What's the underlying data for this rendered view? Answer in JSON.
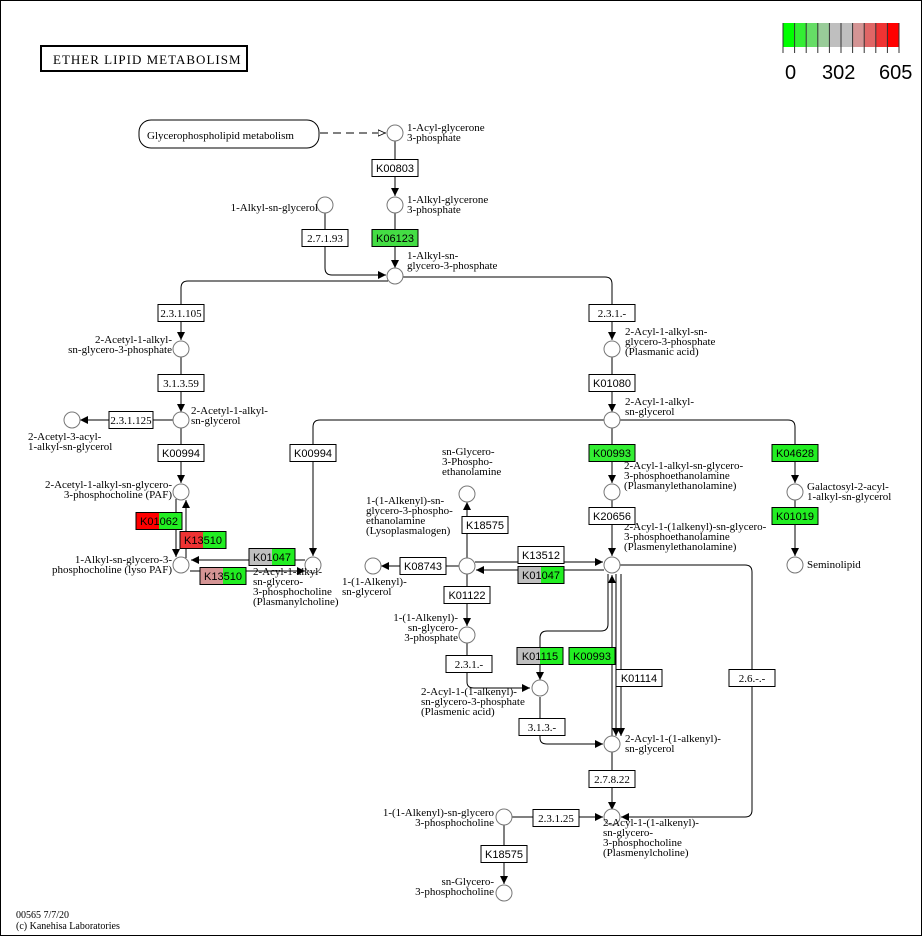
{
  "title": "ETHER LIPID METABOLISM",
  "legend": {
    "min_label": "0",
    "mid_label": "302",
    "max_label": "605",
    "colors": [
      "#00ff00",
      "#33ee33",
      "#66dd66",
      "#99cc99",
      "#bfbfbf",
      "#bfbfbf",
      "#d49494",
      "#e06666",
      "#ef3333",
      "#ff0000"
    ]
  },
  "map_link": {
    "label": "Glycerophospholipid metabolism"
  },
  "footer": {
    "map_id_date": "00565 7/7/20",
    "copyright": "(c) Kanehisa Laboratories"
  },
  "compounds": [
    {
      "id": "c1",
      "lines": [
        "1-Acyl-glycerone",
        "3-phosphate"
      ]
    },
    {
      "id": "c2",
      "lines": [
        "1-Alkyl-glycerone",
        "3-phosphate"
      ]
    },
    {
      "id": "c3",
      "lines": [
        "1-Alkyl-sn-glycerol"
      ]
    },
    {
      "id": "c4",
      "lines": [
        "1-Alkyl-sn-",
        "glycero-3-phosphate"
      ]
    },
    {
      "id": "c5",
      "lines": [
        "2-Acetyl-1-alkyl-",
        "sn-glycero-3-phosphate"
      ]
    },
    {
      "id": "c6",
      "lines": [
        "2-Acetyl-1-alkyl-",
        "sn-glycerol"
      ]
    },
    {
      "id": "c7",
      "lines": [
        "2-Acetyl-3-acyl-",
        "1-alkyl-sn-glycerol"
      ]
    },
    {
      "id": "c8",
      "lines": [
        "2-Acetyl-1-alkyl-sn-glycero-",
        "3-phosphocholine (PAF)"
      ]
    },
    {
      "id": "c9",
      "lines": [
        "1-Alkyl-sn-glycero-3-",
        "phosphocholine (lyso PAF)"
      ]
    },
    {
      "id": "c10",
      "lines": [
        "2-Acyl-1-alkyl-",
        "sn-glycero-",
        "3-phosphocholine",
        "(Plasmanylcholine)"
      ]
    },
    {
      "id": "c11",
      "lines": [
        "2-Acyl-1-alkyl-sn-",
        "glycero-3-phosphate",
        "(Plasmanic acid)"
      ]
    },
    {
      "id": "c12",
      "lines": [
        "2-Acyl-1-alkyl-",
        "sn-glycerol"
      ]
    },
    {
      "id": "c13",
      "lines": [
        "2-Acyl-1-alkyl-sn-glycero-",
        "3-phosphoethanolamine",
        "(Plasmanylethanolamine)"
      ]
    },
    {
      "id": "c14",
      "lines": [
        "Galactosyl-2-acyl-",
        "1-alkyl-sn-glycerol"
      ]
    },
    {
      "id": "c15",
      "lines": [
        "Seminolipid"
      ]
    },
    {
      "id": "c16",
      "lines": [
        "2-Acyl-1-(1alkenyl)-sn-glycero-",
        "3-phosphoethanolamine",
        "(Plasmenylethanolamine)"
      ]
    },
    {
      "id": "c17",
      "lines": [
        "sn-Glycero-",
        "3-Phospho-",
        "ethanolamine"
      ]
    },
    {
      "id": "c18",
      "lines": [
        "1-(1-Alkenyl)-sn-",
        "glycero-3-phospho-",
        "ethanolamine",
        "(Lysoplasmalogen)"
      ]
    },
    {
      "id": "c19",
      "lines": [
        "1-(1-Alkenyl)-",
        "sn-glycerol"
      ]
    },
    {
      "id": "c20",
      "lines": [
        "1-(1-Alkenyl)-",
        "sn-glycero-",
        "3-phosphate"
      ]
    },
    {
      "id": "c21",
      "lines": [
        "2-Acyl-1-(1-alkenyl)-",
        "sn-glycero-3-phosphate",
        "(Plasmenic acid)"
      ]
    },
    {
      "id": "c22",
      "lines": [
        "2-Acyl-1-(1-alkenyl)-",
        "sn-glycerol"
      ]
    },
    {
      "id": "c23",
      "lines": [
        "1-(1-Alkenyl)-sn-glycero",
        "3-phosphocholine"
      ]
    },
    {
      "id": "c24",
      "lines": [
        "2-Acyl-1-(1-alkenyl)-",
        "sn-glycero-",
        "3-phosphocholine",
        "(Plasmenylcholine)"
      ]
    },
    {
      "id": "c25",
      "lines": [
        "sn-Glycero-",
        "3-phosphocholine"
      ]
    }
  ],
  "enzymes": [
    {
      "id": "e1",
      "label": "K00803",
      "kind": "ko",
      "colors": [
        "#ffffff"
      ]
    },
    {
      "id": "e2",
      "label": "K06123",
      "kind": "ko",
      "colors": [
        "#44dd44"
      ]
    },
    {
      "id": "e3",
      "label": "2.7.1.93",
      "kind": "ec",
      "colors": [
        "#ffffff"
      ]
    },
    {
      "id": "e4",
      "label": "2.3.1.105",
      "kind": "ec",
      "colors": [
        "#ffffff"
      ]
    },
    {
      "id": "e5",
      "label": "3.1.3.59",
      "kind": "ec",
      "colors": [
        "#ffffff"
      ]
    },
    {
      "id": "e6",
      "label": "2.3.1.125",
      "kind": "ec",
      "colors": [
        "#ffffff"
      ]
    },
    {
      "id": "e7",
      "label": "K00994",
      "kind": "ko",
      "colors": [
        "#ffffff"
      ]
    },
    {
      "id": "e8",
      "label": "K00994",
      "kind": "ko",
      "colors": [
        "#ffffff"
      ]
    },
    {
      "id": "e9",
      "label": "K01062",
      "kind": "ko",
      "colors": [
        "#ff0000",
        "#22ee22"
      ]
    },
    {
      "id": "e10",
      "label": "K13510",
      "kind": "ko",
      "colors": [
        "#ef3333",
        "#22ee22"
      ]
    },
    {
      "id": "e11",
      "label": "K01047",
      "kind": "ko",
      "colors": [
        "#bfbfbf",
        "#22ee22"
      ]
    },
    {
      "id": "e12",
      "label": "K13510",
      "kind": "ko",
      "colors": [
        "#d49494",
        "#22ee22"
      ]
    },
    {
      "id": "e13",
      "label": "2.3.1.-",
      "kind": "ec",
      "colors": [
        "#ffffff"
      ]
    },
    {
      "id": "e14",
      "label": "K01080",
      "kind": "ko",
      "colors": [
        "#ffffff"
      ]
    },
    {
      "id": "e15",
      "label": "K00993",
      "kind": "ko",
      "colors": [
        "#33ee33"
      ]
    },
    {
      "id": "e16",
      "label": "K04628",
      "kind": "ko",
      "colors": [
        "#22ee22"
      ]
    },
    {
      "id": "e17",
      "label": "K01019",
      "kind": "ko",
      "colors": [
        "#22ee22"
      ]
    },
    {
      "id": "e18",
      "label": "K20656",
      "kind": "ko",
      "colors": [
        "#ffffff"
      ]
    },
    {
      "id": "e19",
      "label": "K18575",
      "kind": "ko",
      "colors": [
        "#ffffff"
      ]
    },
    {
      "id": "e20",
      "label": "K13512",
      "kind": "ko",
      "colors": [
        "#ffffff"
      ]
    },
    {
      "id": "e21",
      "label": "K01047",
      "kind": "ko",
      "colors": [
        "#bfbfbf",
        "#22ee22"
      ]
    },
    {
      "id": "e22",
      "label": "K08743",
      "kind": "ko",
      "colors": [
        "#ffffff"
      ]
    },
    {
      "id": "e23",
      "label": "K01122",
      "kind": "ko",
      "colors": [
        "#ffffff"
      ]
    },
    {
      "id": "e24",
      "label": "2.3.1.-",
      "kind": "ec",
      "colors": [
        "#ffffff"
      ]
    },
    {
      "id": "e25",
      "label": "K01115",
      "kind": "ko",
      "colors": [
        "#bfbfbf",
        "#22ee22"
      ]
    },
    {
      "id": "e26",
      "label": "K00993",
      "kind": "ko",
      "colors": [
        "#22ee22"
      ]
    },
    {
      "id": "e27",
      "label": "K01114",
      "kind": "ko",
      "colors": [
        "#ffffff"
      ]
    },
    {
      "id": "e28",
      "label": "2.6.-.-",
      "kind": "ec",
      "colors": [
        "#ffffff"
      ]
    },
    {
      "id": "e29",
      "label": "3.1.3.-",
      "kind": "ec",
      "colors": [
        "#ffffff"
      ]
    },
    {
      "id": "e30",
      "label": "2.7.8.22",
      "kind": "ec",
      "colors": [
        "#ffffff"
      ]
    },
    {
      "id": "e31",
      "label": "2.3.1.25",
      "kind": "ec",
      "colors": [
        "#ffffff"
      ]
    },
    {
      "id": "e32",
      "label": "K18575",
      "kind": "ko",
      "colors": [
        "#ffffff"
      ]
    }
  ]
}
